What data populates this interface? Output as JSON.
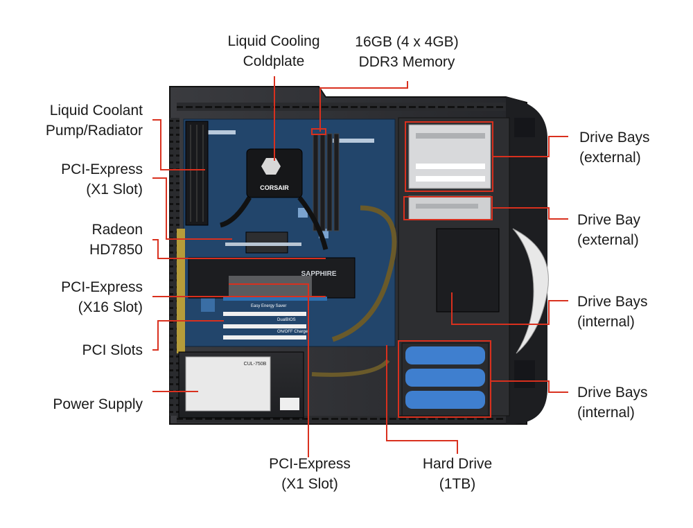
{
  "labels": {
    "liquid_cooling": [
      "Liquid Cooling",
      "Coldplate"
    ],
    "memory": [
      "16GB (4 x 4GB)",
      "DDR3 Memory"
    ],
    "pump_radiator": [
      "Liquid Coolant",
      "Pump/Radiator"
    ],
    "pcie_x1_top": [
      "PCI-Express",
      "(X1 Slot)"
    ],
    "radeon": [
      "Radeon",
      "HD7850"
    ],
    "pcie_x16": [
      "PCI-Express",
      "(X16 Slot)"
    ],
    "pci_slots": [
      "PCI Slots"
    ],
    "power_supply": [
      "Power Supply"
    ],
    "drive_bays_ext_top": [
      "Drive Bays",
      "(external)"
    ],
    "drive_bay_ext": [
      "Drive Bay",
      "(external)"
    ],
    "drive_bays_int_mid": [
      "Drive Bays",
      "(internal)"
    ],
    "drive_bays_int_low": [
      "Drive Bays",
      "(internal)"
    ],
    "pcie_x1_bottom": [
      "PCI-Express",
      "(X1 Slot)"
    ],
    "hard_drive": [
      "Hard Drive",
      "(1TB)"
    ]
  },
  "board_text": {
    "cooler_brand": "CORSAIR",
    "gpu_brand": "SAPPHIRE",
    "psu_model": "CUL-750B",
    "easy_energy": "Easy Energy Saver",
    "dual_bios": "DualBIOS",
    "on_off_charge": "ON/OFF Charge"
  },
  "colors": {
    "callout": "#d9301e",
    "case": "#2a2b2e",
    "board": "#22456b",
    "drive_tray": "#3f7fcf"
  }
}
